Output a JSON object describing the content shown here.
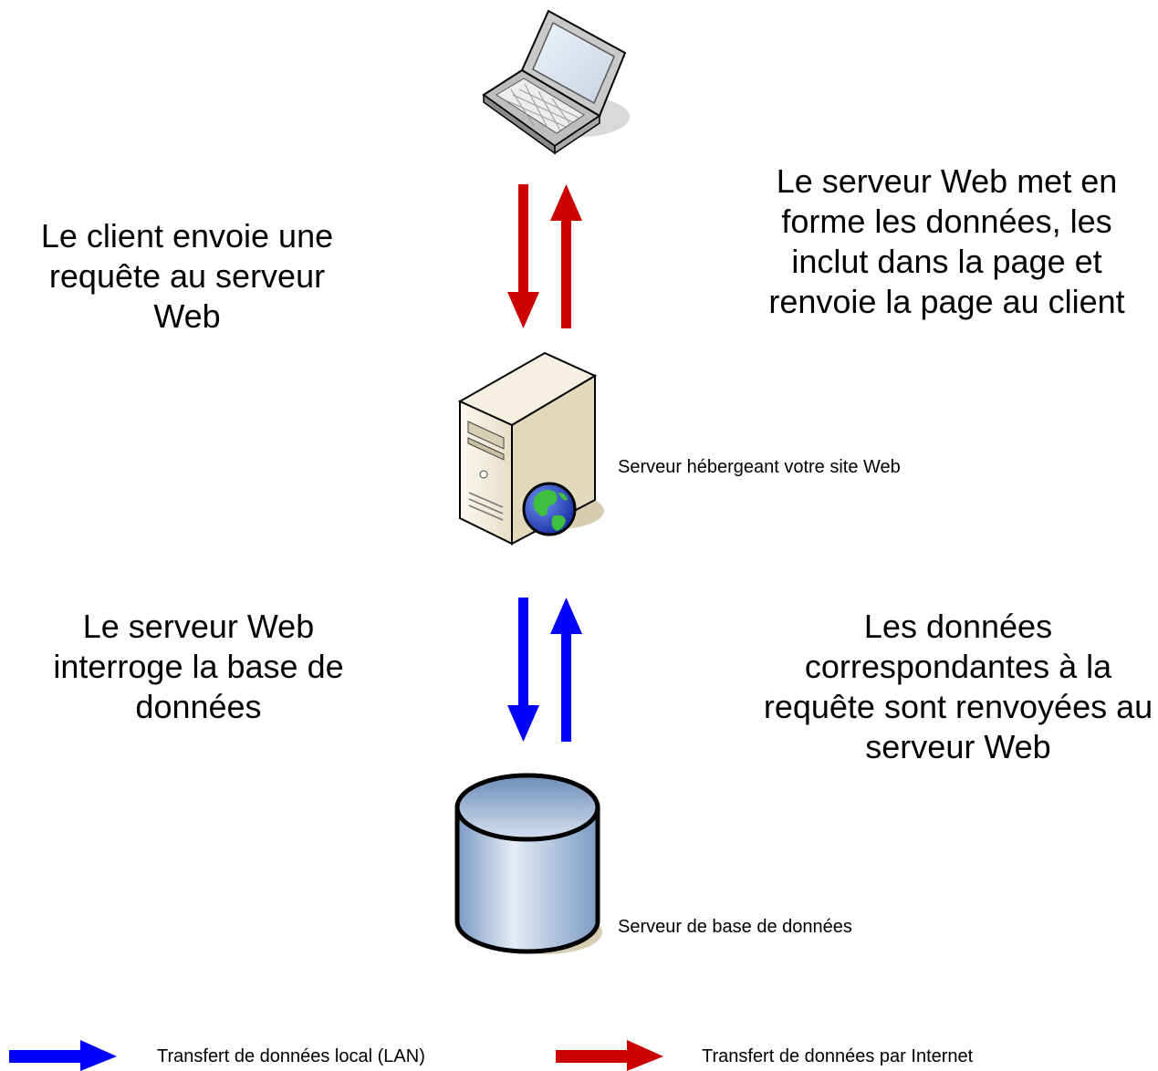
{
  "texts": {
    "client_request": "Le client envoie une requête au serveur Web",
    "server_formats": "Le serveur Web met en forme les données, les inclut dans la page et renvoie la page au client",
    "server_queries": "Le serveur Web interroge la base de données",
    "db_returns": "Les données correspondantes à la requête sont renvoyées au serveur Web"
  },
  "labels": {
    "web_server": "Serveur hébergeant votre site Web",
    "db_server": "Serveur de base de données"
  },
  "legend": {
    "lan": "Transfert de données local (LAN)",
    "internet": "Transfert de données par Internet"
  },
  "colors": {
    "internet_arrow": "#cc0000",
    "lan_arrow": "#0000ff"
  },
  "icons": {
    "client": "laptop-icon",
    "web_server": "web-server-icon",
    "database": "database-icon"
  }
}
